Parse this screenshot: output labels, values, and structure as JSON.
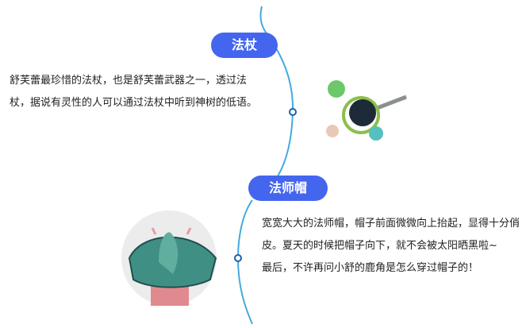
{
  "colors": {
    "accent": "#4466ee",
    "line": "#44aadd",
    "node": "#1a5fb4"
  },
  "topics": [
    {
      "title": "法杖",
      "text": "舒芙蕾最珍惜的法杖，也是舒芙蕾武器之一，透过法杖，据说有灵性的人可以通过法杖中听到神树的低语。",
      "image": "magic-staff-image"
    },
    {
      "title": "法师帽",
      "text": "宽宽大大的法师帽，帽子前面微微向上抬起，显得十分俏皮。夏天的时候把帽子向下，就不会被太阳晒黑啦~",
      "text2": "最后，不许再问小舒的鹿角是怎么穿过帽子的！",
      "image": "wizard-hat-image"
    }
  ]
}
